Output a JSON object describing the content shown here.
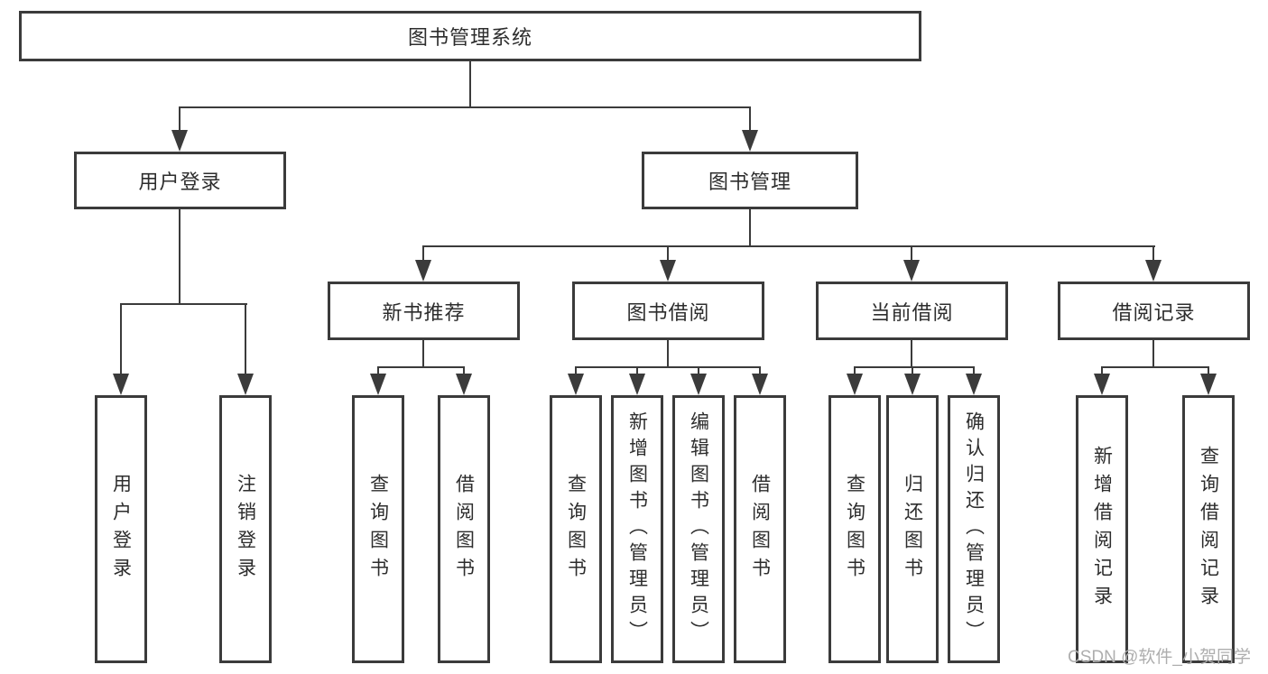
{
  "watermark": "CSDN @软件_小贺同学",
  "colors": {
    "line": "#3b3b3b",
    "text": "#2d2d2d",
    "watermark": "#aeaeae",
    "background": "#ffffff"
  },
  "tree": {
    "label": "图书管理系统",
    "children": [
      {
        "label": "用户登录",
        "children": [
          {
            "label": "用户登录"
          },
          {
            "label": "注销登录"
          }
        ]
      },
      {
        "label": "图书管理",
        "children": [
          {
            "label": "新书推荐",
            "children": [
              {
                "label": "查询图书"
              },
              {
                "label": "借阅图书"
              }
            ]
          },
          {
            "label": "图书借阅",
            "children": [
              {
                "label": "查询图书"
              },
              {
                "label": "新增图书（管理员）"
              },
              {
                "label": "编辑图书（管理员）"
              },
              {
                "label": "借阅图书"
              }
            ]
          },
          {
            "label": "当前借阅",
            "children": [
              {
                "label": "查询图书"
              },
              {
                "label": "归还图书"
              },
              {
                "label": "确认归还（管理员）"
              }
            ]
          },
          {
            "label": "借阅记录",
            "children": [
              {
                "label": "新增借阅记录"
              },
              {
                "label": "查询借阅记录"
              }
            ]
          }
        ]
      }
    ]
  }
}
